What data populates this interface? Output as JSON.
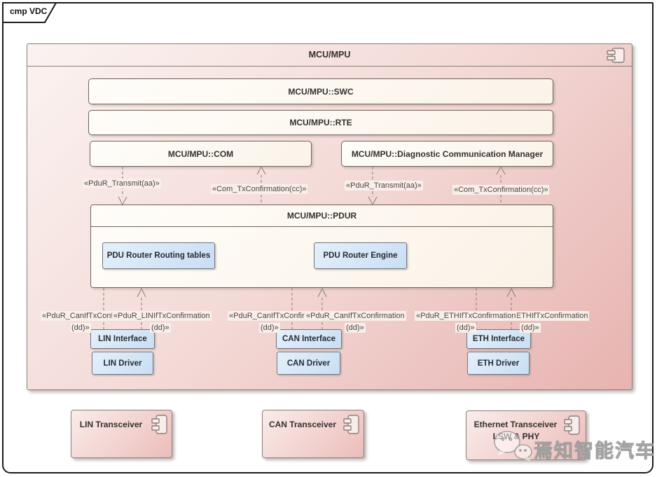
{
  "diagram": {
    "tab_label": "cmp VDC"
  },
  "mcu": {
    "title": "MCU/MPU",
    "swc": "MCU/MPU::SWC",
    "rte": "MCU/MPU::RTE",
    "com": "MCU/MPU::COM",
    "dcm": "MCU/MPU::Diagnostic Communication Manager",
    "pdur": {
      "title": "MCU/MPU::PDUR",
      "routing_tables": "PDU Router Routing tables",
      "engine": "PDU Router Engine"
    }
  },
  "connectors": {
    "top_labels": [
      "«PduR_Transmit(aa)»",
      "«Com_TxConfirmation(cc)»",
      "«PduR_Transmit(aa)»",
      "«Com_TxConfirmation(cc)»"
    ],
    "bottom_labels": [
      {
        "line1": "«PduR_CanIfTxConfirmation",
        "line2": "(dd)»"
      },
      {
        "line1": "«PduR_LINIfTxConfirmation",
        "line2": "(dd)»"
      },
      {
        "line1": "«PduR_CanIfTxConfirmation",
        "line2": "(dd)»"
      },
      {
        "line1": "«PduR_CanIfTxConfirmation",
        "line2": "(dd)»"
      },
      {
        "line1": "«PduR_ETHIfTxConfirmation",
        "line2": "(dd)»"
      },
      {
        "line1": "«PduR_ETHIfTxConfirmation",
        "line2": "(dd)»"
      }
    ]
  },
  "stacks": {
    "lin_interface": "LIN Interface",
    "lin_driver": "LIN Driver",
    "can_interface": "CAN Interface",
    "can_driver": "CAN Driver",
    "eth_interface": "ETH Interface",
    "eth_driver": "ETH Driver"
  },
  "transceivers": {
    "lin": "LIN Transceiver",
    "can": "CAN Transceiver",
    "eth_line1": "Ethernet Transceiver",
    "eth_line2": "LSW & PHY"
  },
  "watermark": "焉知智能汽车",
  "colors": {
    "node_pink_light": "#FBF3F1",
    "node_pink_dark": "#E7B3B0",
    "node_cream": "#FAF3E9",
    "node_blue": "#C9DEF4",
    "connector": "#8A7D74",
    "label_bg": "#F9EFEA",
    "frame_border": "#1C1C1C"
  }
}
